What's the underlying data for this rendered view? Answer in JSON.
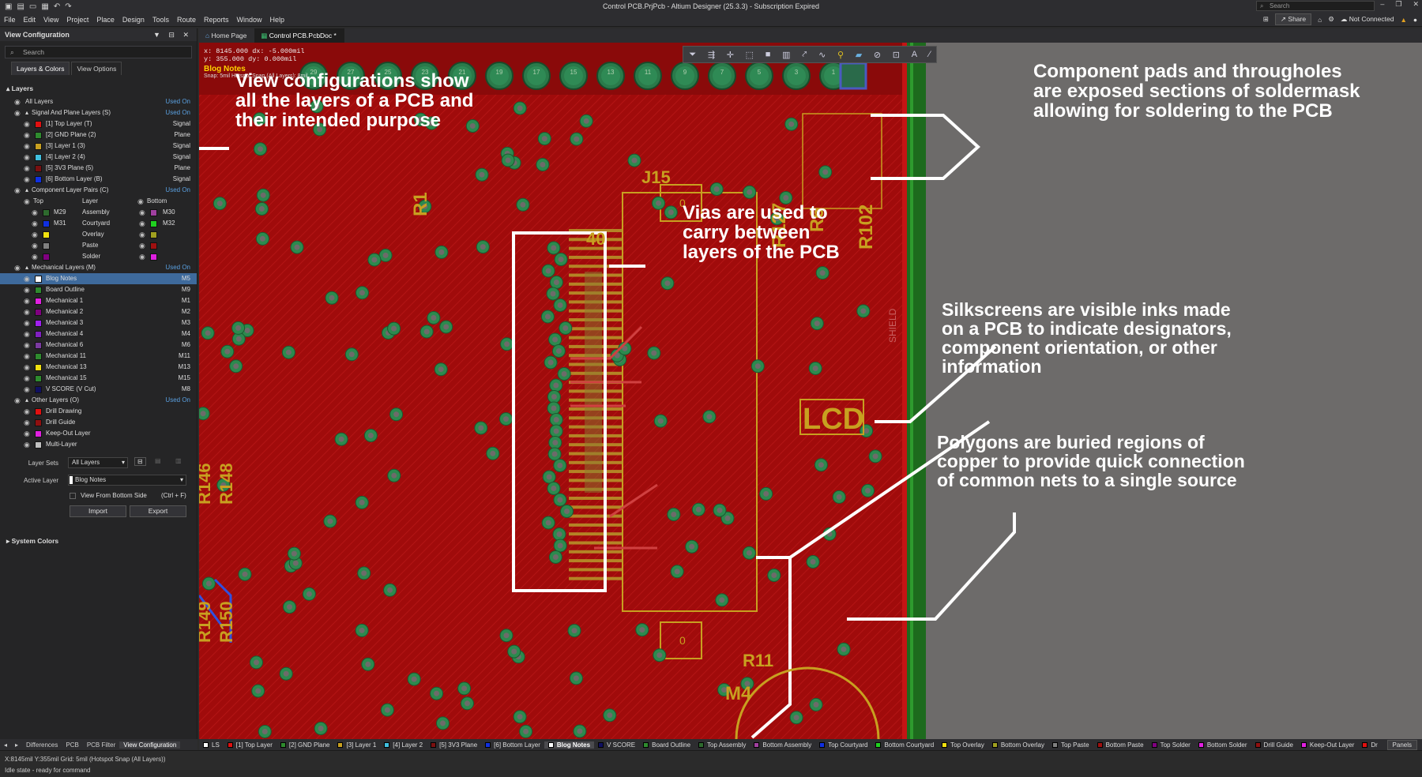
{
  "window": {
    "title": "Control PCB.PrjPcb - Altium Designer (25.3.3) - Subscription Expired",
    "search_placeholder": "Search"
  },
  "menu": {
    "items": [
      "File",
      "Edit",
      "View",
      "Project",
      "Place",
      "Design",
      "Tools",
      "Route",
      "Reports",
      "Window",
      "Help"
    ],
    "share": "Share",
    "connection": "Not Connected"
  },
  "panel": {
    "title": "View Configuration",
    "search_placeholder": "Search",
    "tabs": [
      "Layers & Colors",
      "View Options"
    ],
    "layers_header": "Layers",
    "all_layers": {
      "name": "All Layers",
      "used": "Used On"
    },
    "signal_group": {
      "name": "Signal And Plane Layers (S)",
      "used": "Used On"
    },
    "signal_layers": [
      {
        "name": "[1] Top Layer (T)",
        "type": "Signal",
        "color": "#e01010"
      },
      {
        "name": "[2] GND Plane (2)",
        "type": "Plane",
        "color": "#2e8b2e"
      },
      {
        "name": "[3] Layer 1 (3)",
        "type": "Signal",
        "color": "#c8a020"
      },
      {
        "name": "[4] Layer 2 (4)",
        "type": "Signal",
        "color": "#40c0e0"
      },
      {
        "name": "[5] 3V3 Plane (5)",
        "type": "Plane",
        "color": "#7a1010"
      },
      {
        "name": "[6] Bottom Layer (B)",
        "type": "Signal",
        "color": "#1030e0"
      }
    ],
    "pair_group": {
      "name": "Component Layer Pairs (C)",
      "used": "Used On"
    },
    "pair_header": {
      "top": "Top",
      "layer": "Layer",
      "bottom": "Bottom"
    },
    "pairs": [
      {
        "top": "M29",
        "layer": "Assembly",
        "bottom": "M30",
        "tc": "#2e6a2e",
        "bc": "#a040a0"
      },
      {
        "top": "M31",
        "layer": "Courtyard",
        "bottom": "M32",
        "tc": "#1030e0",
        "bc": "#20d020"
      },
      {
        "top": "",
        "layer": "Overlay",
        "bottom": "",
        "tc": "#f0e010",
        "bc": "#a0a020"
      },
      {
        "top": "",
        "layer": "Paste",
        "bottom": "",
        "tc": "#808080",
        "bc": "#a01010"
      },
      {
        "top": "",
        "layer": "Solder",
        "bottom": "",
        "tc": "#800080",
        "bc": "#e020e0"
      }
    ],
    "mech_group": {
      "name": "Mechanical Layers (M)",
      "used": "Used On"
    },
    "mech_layers": [
      {
        "name": "Blog Notes",
        "type": "M5",
        "color": "#ffffff"
      },
      {
        "name": "Board Outline",
        "type": "M9",
        "color": "#2e8b2e"
      },
      {
        "name": "Mechanical 1",
        "type": "M1",
        "color": "#e020e0"
      },
      {
        "name": "Mechanical 2",
        "type": "M2",
        "color": "#800080"
      },
      {
        "name": "Mechanical 3",
        "type": "M3",
        "color": "#a020f0"
      },
      {
        "name": "Mechanical 4",
        "type": "M4",
        "color": "#8020c0"
      },
      {
        "name": "Mechanical 6",
        "type": "M6",
        "color": "#7a3aa0"
      },
      {
        "name": "Mechanical 11",
        "type": "M11",
        "color": "#2e8b2e"
      },
      {
        "name": "Mechanical 13",
        "type": "M13",
        "color": "#f0e010"
      },
      {
        "name": "Mechanical 15",
        "type": "M15",
        "color": "#2e8b2e"
      },
      {
        "name": "V SCORE (V Cut)",
        "type": "M8",
        "color": "#101060"
      }
    ],
    "other_group": {
      "name": "Other Layers (O)",
      "used": "Used On"
    },
    "other_layers": [
      {
        "name": "Drill Drawing",
        "color": "#e01010"
      },
      {
        "name": "Drill Guide",
        "color": "#901010"
      },
      {
        "name": "Keep-Out Layer",
        "color": "#e020e0"
      },
      {
        "name": "Multi-Layer",
        "color": "#c0c0c0"
      }
    ],
    "layer_sets_label": "Layer Sets",
    "layer_sets_value": "All Layers",
    "active_layer_label": "Active Layer",
    "active_layer_value": "Blog Notes",
    "view_from_bottom": "View From Bottom Side",
    "view_from_bottom_shortcut": "(Ctrl + F)",
    "import": "Import",
    "export": "Export",
    "system_colors": "System Colors"
  },
  "doc_tabs": [
    "Home Page",
    "Control PCB.PcbDoc *"
  ],
  "canvas": {
    "coords": [
      "x: 8145.000  dx:  -5.000mil",
      "y:  355.000  dy:   0.000mil"
    ],
    "layer_label": "Blog Notes",
    "snap_label": "Snap: 5mil Hotspot Snap (All Layers): 8mil",
    "silk": {
      "j15": "J15",
      "n40": "40",
      "r127": "R127",
      "r6": "R6",
      "r102": "R102",
      "r1": "R1",
      "lcd": "LCD",
      "m4": "M4",
      "shield": "SHIELD",
      "zero": "0",
      "r146": "R146",
      "r148": "R148",
      "r149": "R149",
      "r150": "R150",
      "r11": "R11"
    },
    "pad_labels": [
      "29",
      "27",
      "25",
      "23",
      "21",
      "19",
      "17",
      "15",
      "13",
      "11",
      "9",
      "7",
      "5",
      "3",
      "1"
    ],
    "annotations": [
      "View configurations show\nall the layers of a PCB and\ntheir intended purpose",
      "Component pads and throughoIes\nare exposed sections of soldermask\nallowing for soldering to the PCB",
      "Vias are used to\ncarry between\nlayers of the PCB",
      "Silkscreens are visible inks made\non a PCB to indicate designators,\ncomponent orientation, or other\ninformation",
      "Polygons are buried regions of\ncopper to provide quick connection\nof common nets to a single source"
    ]
  },
  "bottom_tabs": [
    "Differences",
    "PCB",
    "PCB Filter",
    "View Configuration"
  ],
  "layer_tabs": [
    {
      "name": "LS",
      "color": "#ffffff"
    },
    {
      "name": "[1] Top Layer",
      "color": "#e01010"
    },
    {
      "name": "[2] GND Plane",
      "color": "#2e8b2e"
    },
    {
      "name": "[3] Layer 1",
      "color": "#c8a020"
    },
    {
      "name": "[4] Layer 2",
      "color": "#40c0e0"
    },
    {
      "name": "[5] 3V3 Plane",
      "color": "#7a1010"
    },
    {
      "name": "[6] Bottom Layer",
      "color": "#1030e0"
    },
    {
      "name": "Blog Notes",
      "color": "#ffffff"
    },
    {
      "name": "V SCORE",
      "color": "#101060"
    },
    {
      "name": "Board Outline",
      "color": "#2e8b2e"
    },
    {
      "name": "Top Assembly",
      "color": "#2e6a2e"
    },
    {
      "name": "Bottom Assembly",
      "color": "#a040a0"
    },
    {
      "name": "Top Courtyard",
      "color": "#1030e0"
    },
    {
      "name": "Bottom Courtyard",
      "color": "#20d020"
    },
    {
      "name": "Top Overlay",
      "color": "#f0e010"
    },
    {
      "name": "Bottom Overlay",
      "color": "#a0a020"
    },
    {
      "name": "Top Paste",
      "color": "#808080"
    },
    {
      "name": "Bottom Paste",
      "color": "#a01010"
    },
    {
      "name": "Top Solder",
      "color": "#800080"
    },
    {
      "name": "Bottom Solder",
      "color": "#e020e0"
    },
    {
      "name": "Drill Guide",
      "color": "#901010"
    },
    {
      "name": "Keep-Out Layer",
      "color": "#e020e0"
    },
    {
      "name": "Dr",
      "color": "#e01010"
    }
  ],
  "panels_button": "Panels",
  "status": {
    "line1": "X:8145mil Y:355mil    Grid: 5mil    (Hotspot Snap (All Layers))",
    "line2": "Idle state - ready for command"
  }
}
